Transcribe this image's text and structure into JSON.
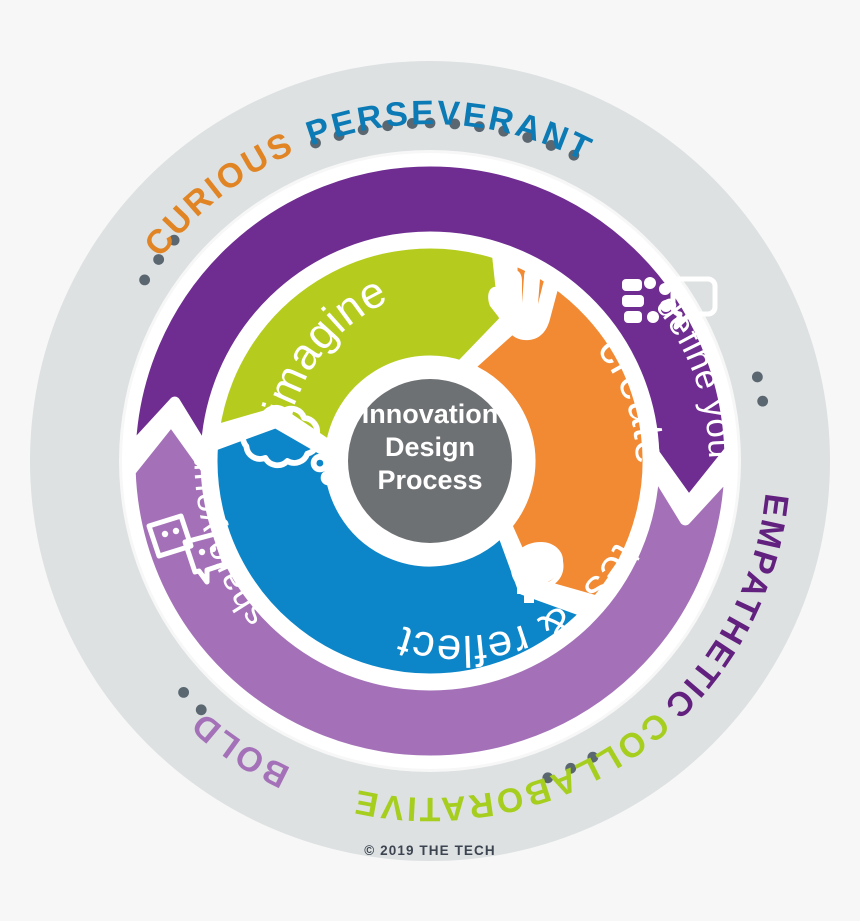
{
  "diagram": {
    "title": "Innovation Design Process",
    "center": {
      "lines": [
        "Innovation",
        "Design",
        "Process"
      ],
      "fill": "#6e7173",
      "text_color": "#ffffff"
    },
    "background": "#f7f7f7",
    "outer_ring_fill": "#dde1e2",
    "dot_color": "#5a6670",
    "divider_color": "#ffffff",
    "mindset_ring": {
      "labels": [
        {
          "text": "CURIOUS",
          "color": "#e08424",
          "start_angle": -64,
          "end_angle": -18
        },
        {
          "text": "PERSEVERANT",
          "color": "#0c7ab5",
          "start_angle": -8,
          "end_angle": 60
        },
        {
          "text": "EMPATHETIC",
          "color": "#63217f",
          "start_angle": 72,
          "end_angle": 132
        },
        {
          "text": "COLLABORATIVE",
          "color": "#a6ce1e",
          "start_angle": 140,
          "end_angle": 212
        },
        {
          "text": "BOLD",
          "color": "#a471b8",
          "start_angle": 221,
          "end_angle": 248
        }
      ]
    },
    "outer_segments": [
      {
        "label": "define your problem",
        "fill": "#6f2c91",
        "icon": "sticky-notes-icon",
        "start_angle": 180,
        "end_angle": 270
      },
      {
        "label": "share your solution",
        "fill": "#a471b8",
        "icon": "group-speech-icon",
        "start_angle": 0,
        "end_angle": 90
      }
    ],
    "inner_segments": [
      {
        "label": "imagine",
        "fill": "#b5cc1f",
        "icon": "thought-bubble-icon",
        "start_angle": 190,
        "end_angle": 290
      },
      {
        "label": "create",
        "fill": "#f18a33",
        "icon": "hand-icon",
        "start_angle": 295,
        "end_angle": 40
      },
      {
        "label": "test & reflect",
        "fill": "#0c86c8",
        "icon": "head-reflect-icon",
        "start_angle": 45,
        "end_angle": 185
      }
    ],
    "copyright": "© 2019 THE TECH"
  }
}
